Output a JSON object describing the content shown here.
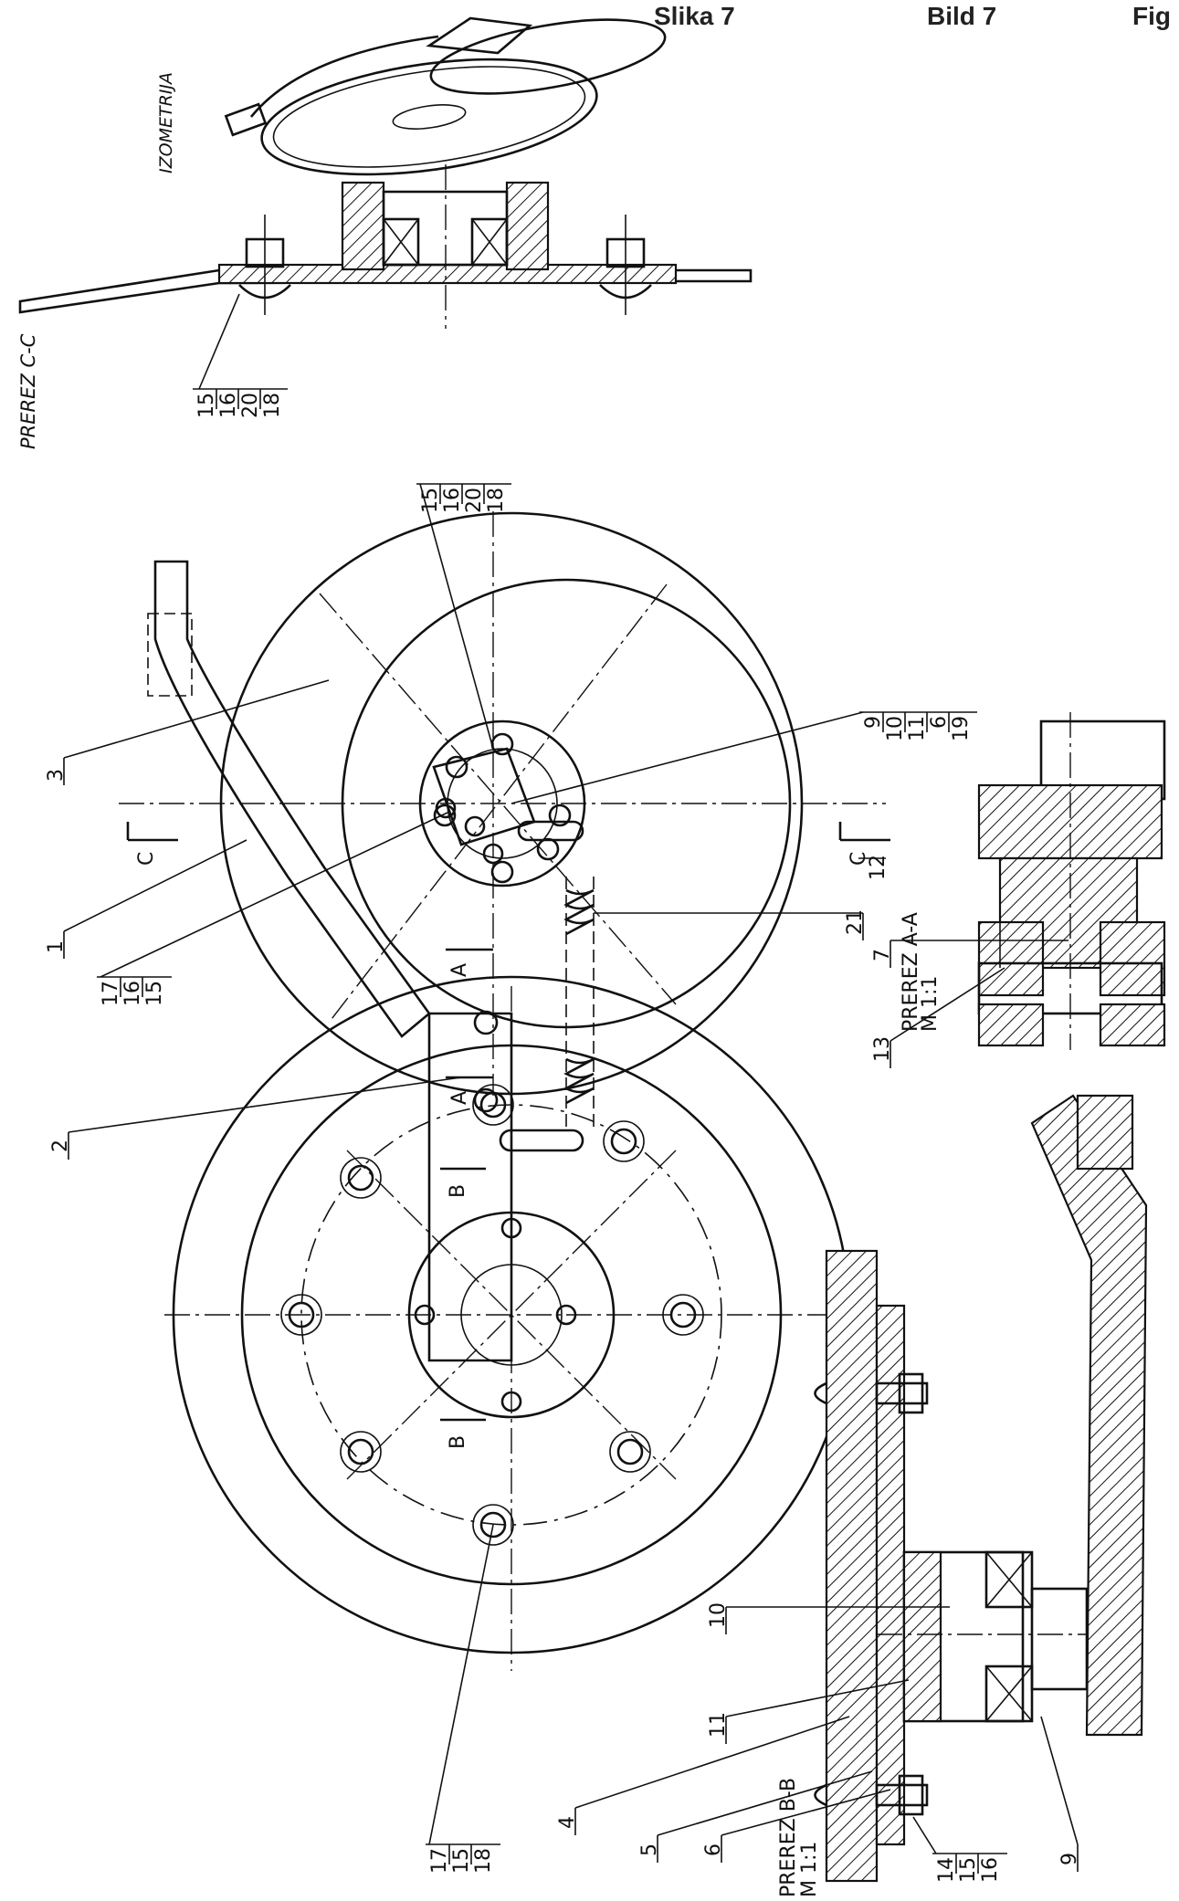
{
  "header": {
    "slika": "Slika 7",
    "bild": "Bild 7",
    "fig": "Fig"
  },
  "views": {
    "section_cc": "PREREZ C-C",
    "isometry": "IZOMETRIJA",
    "section_aa": "PREREZ  A-A",
    "section_aa_scale": "M 1:1",
    "section_bb": "PREREZ  B-B",
    "section_bb_scale": "M 1:1"
  },
  "cut_marks": {
    "c_top": "C",
    "c_bottom": "C",
    "a_upper": "A",
    "a_lower": "A",
    "b_upper": "B",
    "b_lower": "B"
  },
  "callouts": {
    "cc_group": [
      "15",
      "16",
      "20",
      "18"
    ],
    "disk_group": [
      "15",
      "16",
      "20",
      "18"
    ],
    "p3": "3",
    "p1": "1",
    "hub_group": [
      "9",
      "10",
      "11",
      "6",
      "19"
    ],
    "p12": "12",
    "p21": "21",
    "bolt_group": [
      "17",
      "16",
      "15"
    ],
    "p2": "2",
    "p7": "7",
    "p13": "13",
    "p10": "10",
    "p11": "11",
    "p4": "4",
    "p5": "5",
    "p6": "6",
    "p9": "9",
    "lower_left_group": [
      "17",
      "15",
      "18"
    ],
    "bb_group": [
      "14",
      "15",
      "16"
    ]
  }
}
